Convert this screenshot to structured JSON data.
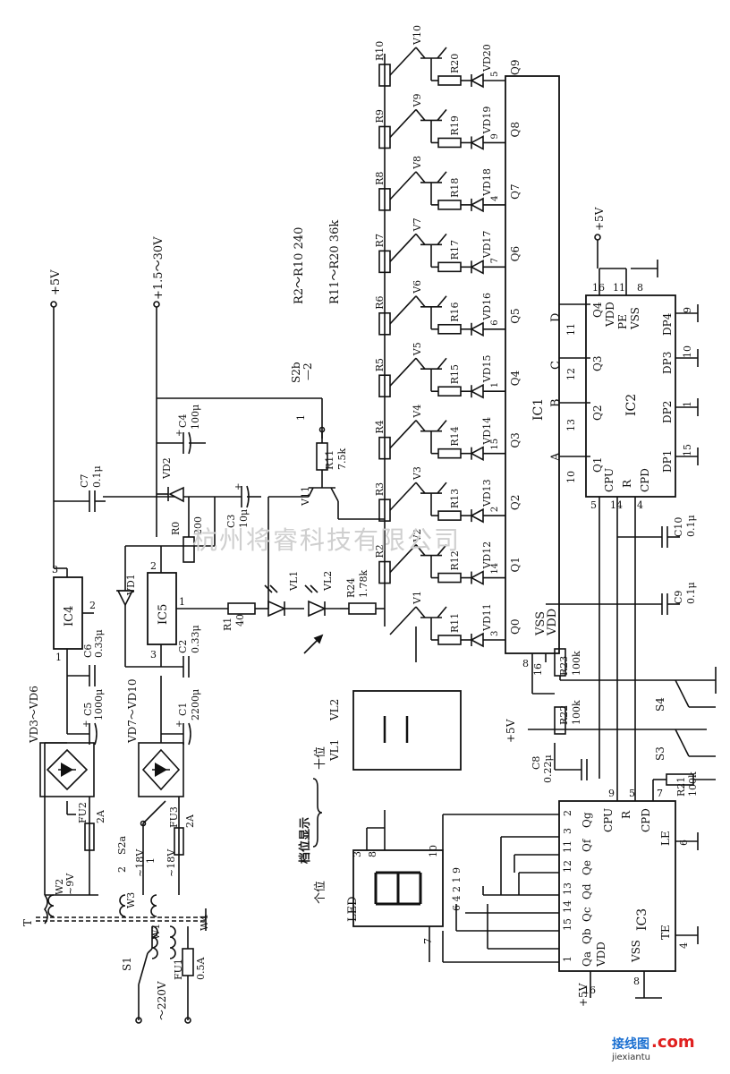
{
  "watermark": "杭州将睿科技有限公司",
  "logo": {
    "text": "接线图",
    "dot_com": ".com",
    "url": "jiexiantu"
  },
  "chips": {
    "ic1": "IC1",
    "ic2": "IC2",
    "ic3": "IC3",
    "ic4": "IC4",
    "ic5": "IC5"
  },
  "supplies": {
    "v5": "+5V",
    "vadj": "+1.5～30V",
    "mains": "～220V"
  },
  "transformer": {
    "t": "T",
    "w1": "W1",
    "w2": "W2",
    "w3": "W3",
    "w4": "W4",
    "v9": "~9V",
    "v18a": "~18V",
    "v18b": "~18V"
  },
  "switches": {
    "s1": "S1",
    "s2a": "S2a",
    "s2b": "S2b",
    "s3": "S3",
    "s4": "S4",
    "s2b_pos": "—2",
    "pos1": "1",
    "pos2": "2"
  },
  "fuses": {
    "fu1": "FU1",
    "fu1v": "0.5A",
    "fu2": "FU2",
    "fu2v": "2A",
    "fu3": "FU3",
    "fu3v": "2A"
  },
  "bridges": {
    "vd3": "VD3～VD6",
    "vd7": "VD7～VD10"
  },
  "caps": {
    "c1": "C1",
    "c1v": "2200μ",
    "c2": "C2",
    "c2v": "0.33μ",
    "c3": "C3",
    "c3v": "10μ",
    "c4": "C4",
    "c4v": "100μ",
    "c5": "C5",
    "c5v": "1000μ",
    "c6": "C6",
    "c6v": "0.33μ",
    "c7": "C7",
    "c7v": "0.1μ",
    "c8": "C8",
    "c8v": "0.22μ",
    "c9": "C9",
    "c9v": "0.1μ",
    "c10": "C10",
    "c10v": "0.1μ"
  },
  "resistors": {
    "r0": "R0",
    "r0v": "200",
    "r1": "R1",
    "r1v": "40",
    "r11b": "R11",
    "r11bv": "7.5k",
    "r24": "R24",
    "r24v": "1.78k",
    "r21": "R21",
    "r21v": "100k",
    "r22": "R22",
    "r22v": "100k",
    "r23": "R23",
    "r23v": "100k",
    "note1": "R2～R10  240",
    "note2": "R11～R20  36k"
  },
  "diodes": {
    "vd1": "VD1",
    "vd2": "VD2",
    "vl1": "VL1",
    "vl2": "VL2",
    "v11": "V11"
  },
  "ladder": [
    {
      "q": "Q0",
      "pin": "3",
      "r": "",
      "v": "V1",
      "rb": "R11",
      "vd": "VD11"
    },
    {
      "q": "Q1",
      "pin": "14",
      "r": "R2",
      "v": "V2",
      "rb": "R12",
      "vd": "VD12"
    },
    {
      "q": "Q2",
      "pin": "2",
      "r": "R3",
      "v": "V3",
      "rb": "R13",
      "vd": "VD13"
    },
    {
      "q": "Q3",
      "pin": "15",
      "r": "R4",
      "v": "V4",
      "rb": "R14",
      "vd": "VD14"
    },
    {
      "q": "Q4",
      "pin": "1",
      "r": "R5",
      "v": "V5",
      "rb": "R15",
      "vd": "VD15"
    },
    {
      "q": "Q5",
      "pin": "6",
      "r": "R6",
      "v": "V6",
      "rb": "R16",
      "vd": "VD16"
    },
    {
      "q": "Q6",
      "pin": "7",
      "r": "R7",
      "v": "V7",
      "rb": "R17",
      "vd": "VD17"
    },
    {
      "q": "Q7",
      "pin": "4",
      "r": "R8",
      "v": "V8",
      "rb": "R18",
      "vd": "VD18"
    },
    {
      "q": "Q8",
      "pin": "9",
      "r": "R9",
      "v": "V9",
      "rb": "R19",
      "vd": "VD19"
    },
    {
      "q": "Q9",
      "pin": "5",
      "r": "R10",
      "v": "V10",
      "rb": "R20",
      "vd": "VD20"
    }
  ],
  "ic1_pins": {
    "vss": "VSS",
    "vdd": "VDD",
    "a": "A",
    "b": "B",
    "c": "C",
    "d": "D",
    "p10": "10",
    "p13": "13",
    "p12": "12",
    "p11": "11",
    "p8": "8",
    "p16": "16",
    "p3": "3",
    "p2": "2",
    "p6": "6",
    "p7": "7"
  },
  "ic2_pins": {
    "q1": "Q1",
    "q2": "Q2",
    "q3": "Q3",
    "q4": "Q4",
    "cpu": "CPU",
    "r": "R",
    "cpd": "CPD",
    "dp1": "DP1",
    "dp2": "DP2",
    "dp3": "DP3",
    "dp4": "DP4",
    "vdd": "VDD",
    "vss": "VSS",
    "pe": "PE",
    "p16": "16",
    "p11": "11",
    "p8": "8",
    "p15": "15",
    "p1": "1",
    "p10": "10",
    "p9": "9",
    "p5": "5",
    "p14": "14",
    "p4": "4"
  },
  "ic3_pins": {
    "qa": "Qa",
    "qb": "Qb",
    "qc": "Qc",
    "qd": "Qd",
    "qe": "Qe",
    "qf": "Qf",
    "qg": "Qg",
    "cpu": "CPU",
    "r": "R",
    "cpd": "CPD",
    "le": "LE",
    "te": "TE",
    "vdd": "VDD",
    "vss": "VSS",
    "p1": "1",
    "p15": "15",
    "p14": "14",
    "p13": "13",
    "p12": "12",
    "p11": "11",
    "p3": "3",
    "p2": "2",
    "p9": "9",
    "p5": "5",
    "p7": "7",
    "p6": "6",
    "p4": "4",
    "p16": "16",
    "p8": "8"
  },
  "ic4_pins": {
    "p1": "1",
    "p2": "2",
    "p3": "3"
  },
  "ic5_pins": {
    "p1": "1",
    "p2": "2",
    "p3": "3"
  },
  "display": {
    "led": "LED",
    "ge": "个位",
    "shi": "十位",
    "title": "档位显示",
    "vl1": "VL1",
    "vl2": "VL2",
    "seg_pins": "6 4 2 1 9",
    "p3": "3",
    "p8": "8",
    "p10": "10",
    "p7": "7"
  }
}
